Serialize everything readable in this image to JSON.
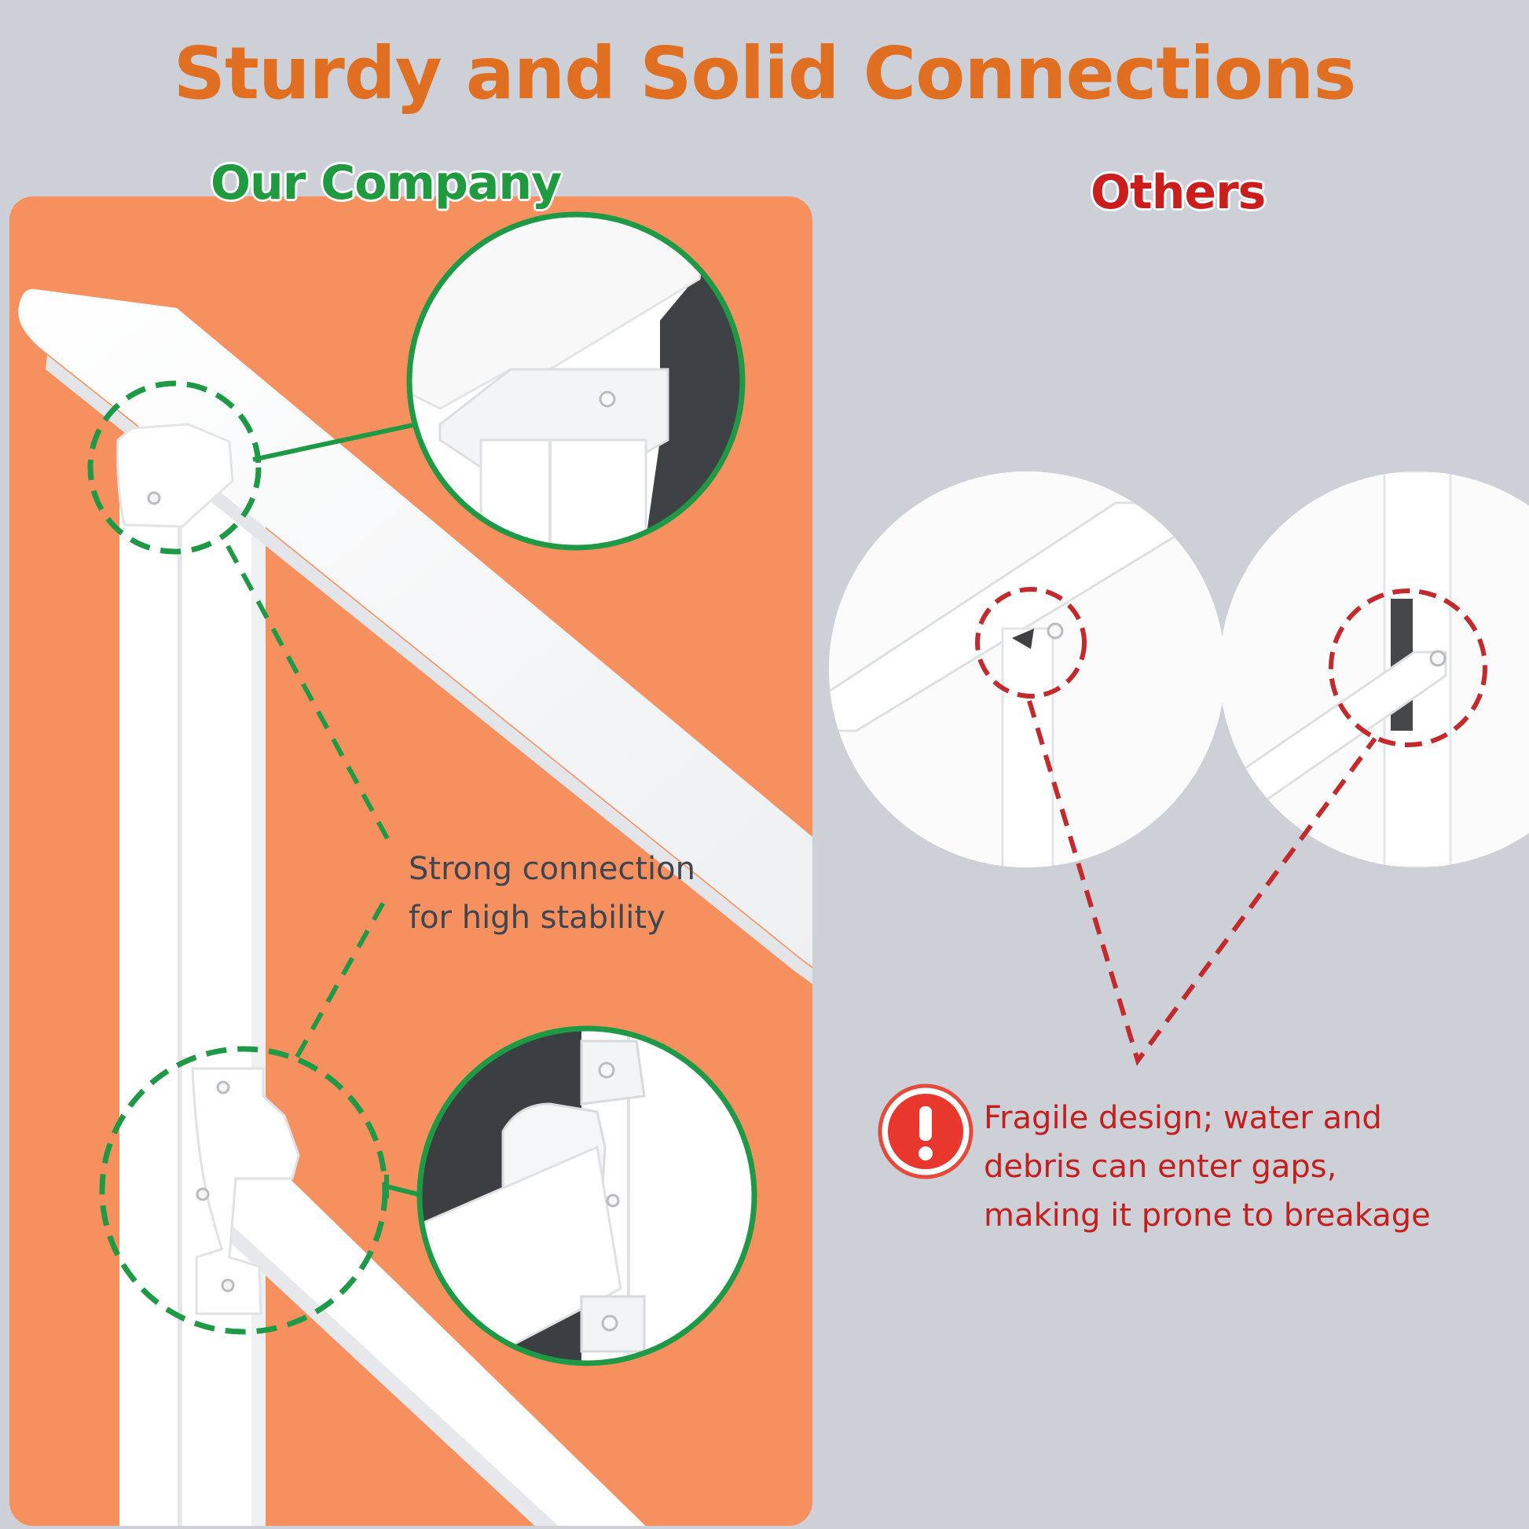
{
  "heading": "Sturdy and Solid Connections",
  "ours": {
    "label": "Our Company",
    "note_lines": [
      "Strong connection",
      "for high stability"
    ]
  },
  "others": {
    "label": "Others",
    "warning_lines": [
      "Fragile design; water and",
      "debris can enter gaps,",
      "making it prone to breakage"
    ]
  },
  "icons": {
    "warning": "exclamation-warning-icon"
  },
  "colors": {
    "heading": "#e06f22",
    "ours_label": "#1f9a3e",
    "ours_accent": "#1e9a46",
    "others_label": "#cc1d1d",
    "others_accent": "#c4292b",
    "panel": "#f7905f",
    "note_text": "#3f4650",
    "background": "#cdd0d6"
  }
}
